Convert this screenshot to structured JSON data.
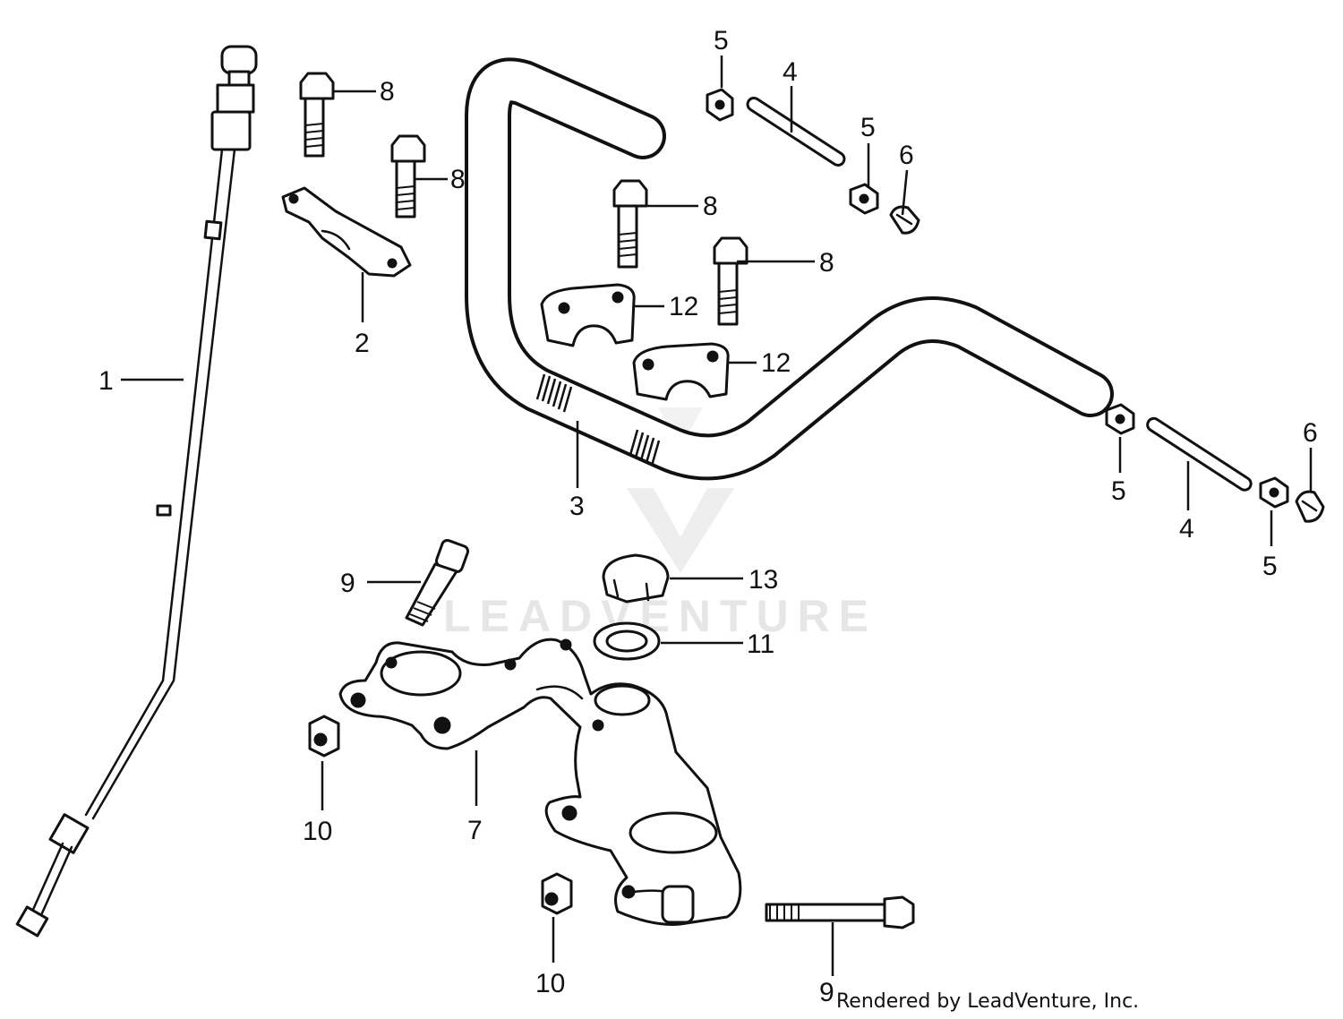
{
  "watermark": "LEADVENTURE",
  "credit": "Rendered by LeadVenture, Inc.",
  "callouts": {
    "c1": "1",
    "c2": "2",
    "c3": "3",
    "c4a": "4",
    "c4b": "4",
    "c5a": "5",
    "c5b": "5",
    "c5c": "5",
    "c5d": "5",
    "c6a": "6",
    "c6b": "6",
    "c7": "7",
    "c8a": "8",
    "c8b": "8",
    "c8c": "8",
    "c8d": "8",
    "c9a": "9",
    "c9b": "9",
    "c10a": "10",
    "c10b": "10",
    "c11": "11",
    "c12a": "12",
    "c12b": "12",
    "c13": "13"
  }
}
